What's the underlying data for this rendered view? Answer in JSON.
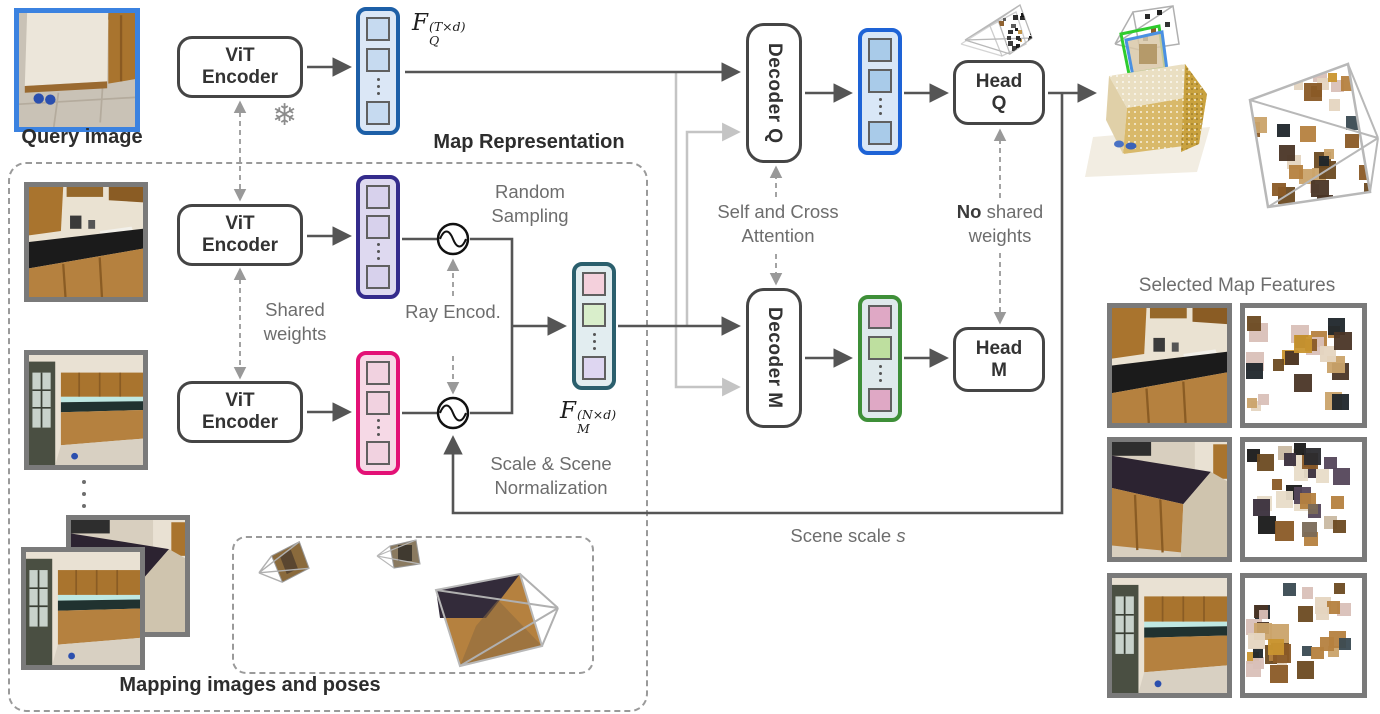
{
  "figure": {
    "type": "architecture-diagram",
    "description": "Visual localization pipeline: frozen ViT encoders embed a query image and mapping images; map features with ray encoding are randomly sampled into a map representation; twin transformer decoders with self and cross attention feed separate heads; outputs are a scene point cloud and selected map features."
  },
  "labels": {
    "query_image": "Query image",
    "vit_top": "ViT",
    "vit_bottom": "Encoder",
    "map_representation": "Map Representation",
    "random_sampling": "Random Sampling",
    "shared_weights": "Shared weights",
    "ray_encod": "Ray Encod.",
    "scale_scene_normalization": "Scale & Scene Normalization",
    "mapping_images_and_poses": "Mapping images and poses",
    "decoder_q": "Decoder Q",
    "decoder_m": "Decoder M",
    "self_and_cross_attention": "Self and Cross Attention",
    "head": "Head",
    "q": "Q",
    "m": "M",
    "no_bold": "No",
    "no_rest": "shared weights",
    "scene_scale": "Scene scale",
    "scene_scale_var": "s",
    "selected_map_features": "Selected Map Features"
  },
  "math": {
    "fq": {
      "base": "F",
      "sub": "Q",
      "sup": "(T×d)"
    },
    "fm": {
      "base": "F",
      "sub": "M",
      "sup": "(N×d)"
    }
  },
  "icons": {
    "frozen": "❄"
  },
  "palette": {
    "arrow_dark": "#555555",
    "arrow_light": "#c4c4c4",
    "dashed_gray": "#999999",
    "box_border": "#454545",
    "photo_border": "#7a7a7a",
    "query_border": "#3b82e0",
    "label_dark": "#2d2d2d",
    "label_gray": "#6d6d6d",
    "fq_col": {
      "border": "#1d5fa7",
      "fill": "#dbe7f6",
      "square": "#c6daf0"
    },
    "fq_out_col": {
      "border": "#1e63d6",
      "fill": "#d9e7f7",
      "square": "#a9cbe9"
    },
    "purple_col": {
      "border": "#342b8c",
      "fill": "#ded9f0",
      "square": "#d7d1ec"
    },
    "pink_col": {
      "border": "#e31176",
      "fill": "#f6d9e6",
      "square": "#f1d2e0"
    },
    "fm_col": {
      "border": "#2b5f6d",
      "fill": "#e2edf0",
      "squares": [
        "#f4d0dc",
        "#d9eecb",
        "#ded6f1"
      ]
    },
    "fm_out_col": {
      "border": "#3e8f38",
      "fill": "#dfe9ec",
      "squares": [
        "#dfa8c5",
        "#bedf9f",
        "#dfa8c5"
      ]
    },
    "patch_warm": [
      "#8a5a26",
      "#b5813f",
      "#c9952f",
      "#d9c0b8",
      "#3a4a52",
      "#1f262b",
      "#e5d5c0",
      "#6b4a21",
      "#caa36a",
      "#4a3526"
    ],
    "patch_dark": [
      "#3a2f3c",
      "#54465a",
      "#2a2a2e",
      "#8a5a26",
      "#b5813f",
      "#e8dcc8",
      "#6b4a21",
      "#c9b9a2",
      "#191919",
      "#7a6a58"
    ],
    "patch_tiny": [
      "#111111",
      "#333333",
      "#8a5a26",
      "#c09040",
      "#555555",
      "#222222"
    ]
  }
}
